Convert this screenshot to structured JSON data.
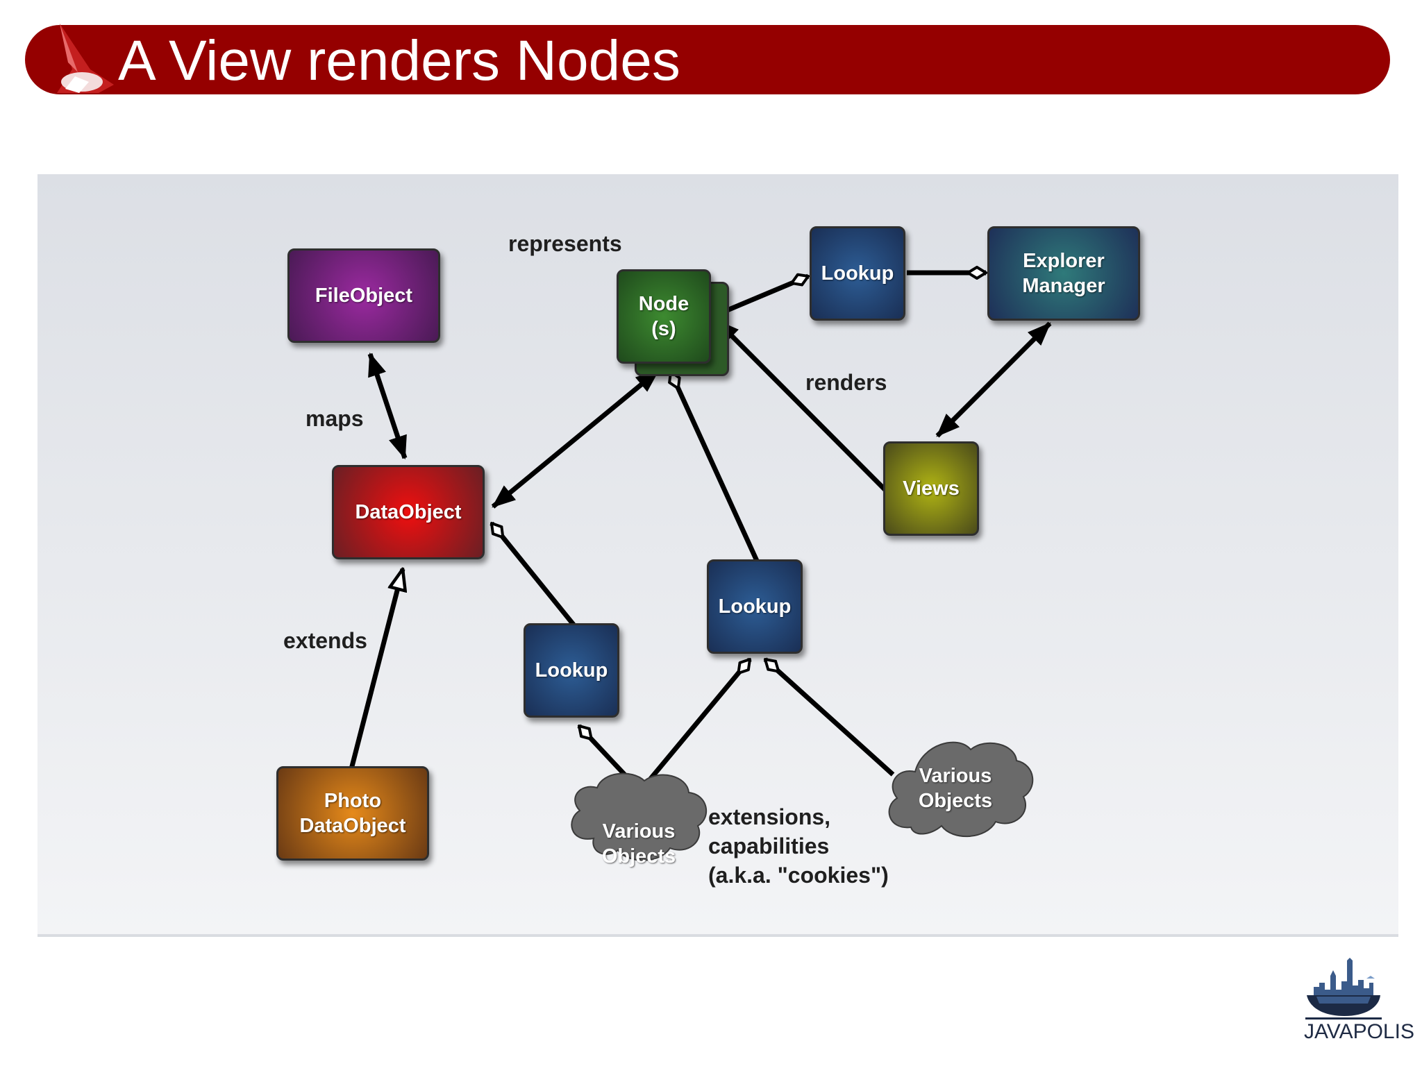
{
  "slide": {
    "title": "A View renders Nodes"
  },
  "boxes": {
    "fileobject": "FileObject",
    "node": "Node\n(s)",
    "lookup_top": "Lookup",
    "explorer": "Explorer\nManager",
    "dataobject": "DataObject",
    "views": "Views",
    "lookup_mid": "Lookup",
    "lookup_left": "Lookup",
    "photo": "Photo\nDataObject"
  },
  "clouds": {
    "left": "Various\nObjects",
    "right": "Various\nObjects"
  },
  "labels": {
    "represents": "represents",
    "maps": "maps",
    "renders": "renders",
    "extends": "extends",
    "cookies": "extensions,\ncapabilities\n(a.k.a. \"cookies\")"
  },
  "footer": {
    "brand": "JAVAPOLIS"
  },
  "colors": {
    "title_bar": "#950000",
    "fileobject": "#7a1a80",
    "node": "#2f6e27",
    "lookup": "#234a7a",
    "explorer": "#2a5f66",
    "dataobject": "#d4141c",
    "views": "#8a8a14",
    "photo": "#c96d14",
    "cloud": "#6a6a6a"
  },
  "icons": {
    "top_logo": "netbeans-logo-icon",
    "bottom_logo": "javapolis-logo-icon"
  }
}
